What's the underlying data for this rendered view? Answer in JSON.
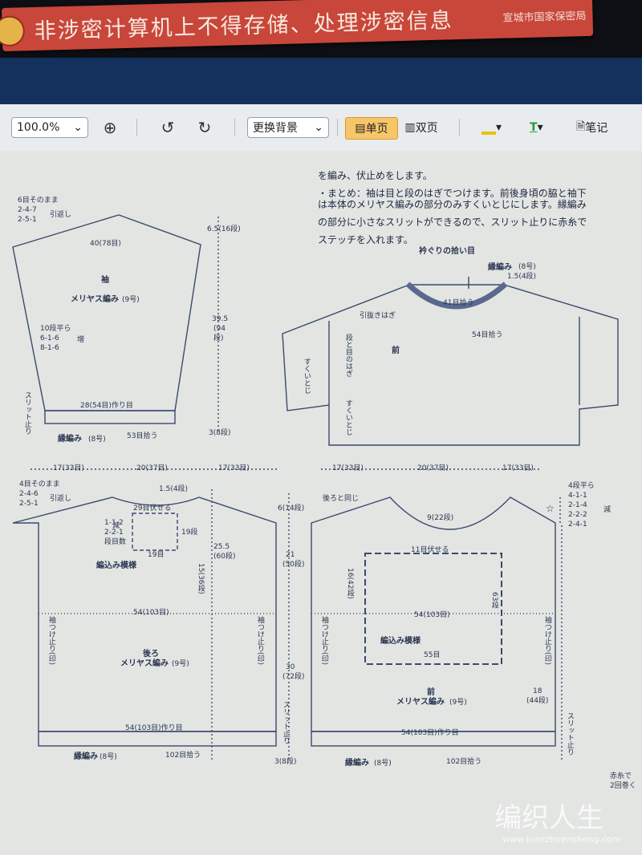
{
  "banner": {
    "text": "非涉密计算机上不得存储、处理涉密信息",
    "org": "宣城市国家保密局"
  },
  "toolbar": {
    "zoom": "100.0%",
    "background_btn": "更换背景",
    "single_page": "单页",
    "double_page": "双页",
    "note": "笔记",
    "text_tool": "T"
  },
  "instructions": [
    "を編み、伏止めをします。",
    "・まとめ：袖は目と段のはぎでつけます。前後身頃の脇と袖下",
    "は本体のメリヤス編みの部分のみすくいとじにします。縁編み",
    "の部分に小さなスリットができるので、スリット止りに赤糸で",
    "ステッチを入れます。"
  ],
  "sleeve": {
    "title": "袖",
    "stitch": "メリヤス編み",
    "needle": "(9号)",
    "top_note": [
      "6目そのまま",
      "2-4-7",
      "2-5-1"
    ],
    "hikikaeshi": "引返し",
    "width_top": "40(78目)",
    "height_top": "6.5(16段)",
    "height_body": [
      "39.5",
      "(94",
      "段)"
    ],
    "inc": [
      "10段平ら",
      "6-1-6",
      "8-1-6"
    ],
    "inc_label": "増",
    "slit": "スリット止り",
    "cast_on": "28(54目)作り目",
    "pickup": "53目拾う",
    "rib": "縁編み",
    "rib_needle": "(8号)",
    "rib_height": "3(8段)"
  },
  "neck": {
    "title": "衿ぐりの拾い目",
    "rib": "縁編み",
    "rib_needle": "(8号)",
    "rib_width": "1.5(4段)",
    "pick41": "41目拾う",
    "pick54": "54目拾う",
    "hikinuki": "引抜きはぎ",
    "front": "前",
    "dan_to_me": "段と目のはぎ",
    "sukui1": "すくいとじ",
    "sukui2": "すくいとじ"
  },
  "measure": {
    "w17a": "17(33目)",
    "w20": "20(37目)",
    "w17b": "17(33目)",
    "w17c": "17(33目)",
    "w20b": "20(37目)",
    "w17d": "17(33目)"
  },
  "back": {
    "top_note": [
      "4目そのまま",
      "2-4-6",
      "2-5-1"
    ],
    "hikikaeshi": "引返し",
    "shoulder": "1.5(4段)",
    "bind": "29目伏せる",
    "side_note": [
      "1-1-2",
      "2-2-1",
      "段目数"
    ],
    "gen": "減",
    "rows19": "19段",
    "me19": "19目",
    "pattern": "編込み模様",
    "h255": "25.5",
    "h60": "(60段)",
    "h15": "15(36段)",
    "h6": "6(14段)",
    "h21": "21",
    "h50": "(50段)",
    "w54": "54(103目)",
    "sode1": "袖つけ止り(印)",
    "sode2": "袖つけ止り(印)",
    "title": "後ろ",
    "stitch": "メリヤス編み",
    "needle": "(9号)",
    "h30": "30",
    "h72": "(72段)",
    "slit": "スリット止り",
    "cast_on": "54(103目)作り目",
    "rib": "縁編み",
    "rib_needle": "(8号)",
    "pickup": "102目拾う",
    "h3": "3(8段)"
  },
  "front": {
    "same_back": "後ろと同じ",
    "neck_depth": "9(22段)",
    "bind": "11目伏せる",
    "h16": "16(42段)",
    "h63": "63段",
    "w54": "54(103目)",
    "pattern": "編込み模様",
    "me55": "55目",
    "sode1": "袖つけ止り(印)",
    "sode2": "袖つけ止り(印)",
    "title": "前",
    "stitch": "メリヤス編み",
    "needle": "(9号)",
    "h18": "18",
    "h44": "(44段)",
    "slit": "スリット止り",
    "cast_on": "54(103目)作り目",
    "rib": "縁編み",
    "rib_needle": "(8号)",
    "pickup": "102目拾う",
    "dec": [
      "4段平ら",
      "4-1-1",
      "2-1-4",
      "2-2-2",
      "2-4-1"
    ],
    "gen": "減",
    "star": "☆",
    "red": "赤糸で",
    "stitch_note": "2回巻く"
  },
  "watermark": {
    "logo": "编织人生",
    "url": "www.bianzhirensheng.com"
  }
}
